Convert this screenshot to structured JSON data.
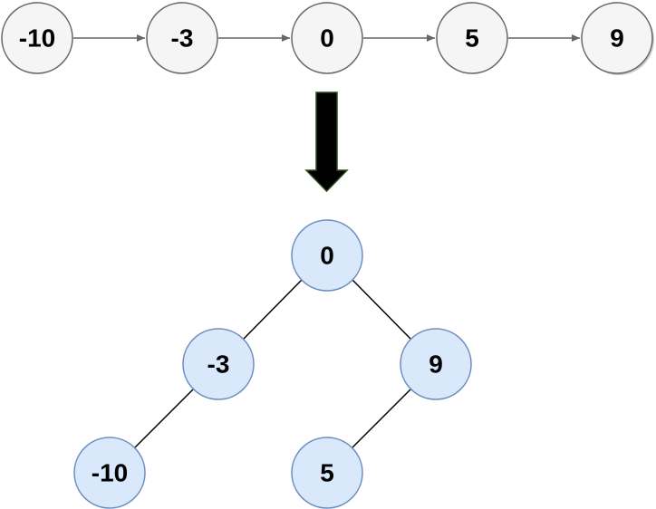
{
  "colors": {
    "list_node_fill": "#f5f5f5",
    "list_node_stroke": "#666666",
    "list_arrow": "#666666",
    "tree_node_fill": "#dae8fc",
    "tree_node_stroke": "#6c8ebf",
    "tree_edge": "#000000",
    "big_arrow_fill": "#000000",
    "big_arrow_stroke": "#2d4a1e",
    "text": "#000000"
  },
  "linked_list": {
    "nodes": [
      {
        "label": "-10"
      },
      {
        "label": "-3"
      },
      {
        "label": "0"
      },
      {
        "label": "5"
      },
      {
        "label": "9"
      }
    ]
  },
  "tree": {
    "root": {
      "label": "0"
    },
    "root_left": {
      "label": "-3"
    },
    "root_right": {
      "label": "9"
    },
    "left_left": {
      "label": "-10"
    },
    "right_left": {
      "label": "5"
    }
  }
}
